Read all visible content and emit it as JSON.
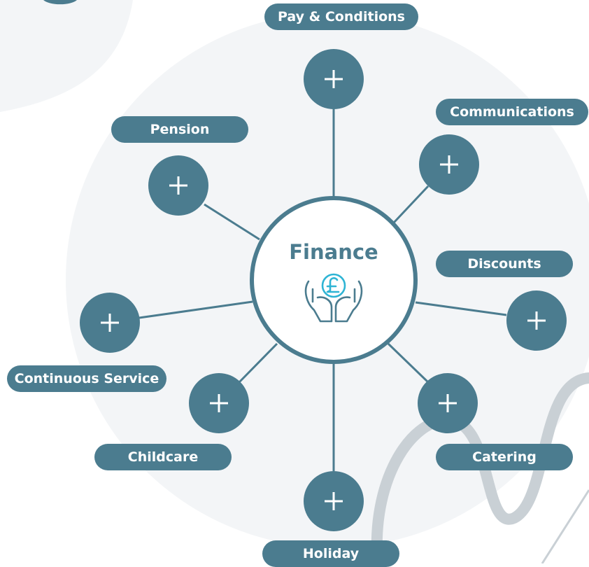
{
  "hub": {
    "title": "Finance",
    "icon": "hands-holding-pound-icon"
  },
  "topics": [
    {
      "id": "pay-conditions",
      "label": "Pay & Conditions"
    },
    {
      "id": "communications",
      "label": "Communications"
    },
    {
      "id": "pension",
      "label": "Pension"
    },
    {
      "id": "discounts",
      "label": "Discounts"
    },
    {
      "id": "continuous-service",
      "label": "Continuous Service"
    },
    {
      "id": "catering",
      "label": "Catering"
    },
    {
      "id": "childcare",
      "label": "Childcare"
    },
    {
      "id": "holiday",
      "label": "Holiday"
    }
  ],
  "expand_symbol": "+",
  "colors": {
    "accent": "#4b7c8f",
    "icon_light": "#2eb4d4",
    "background_circle": "#f3f5f7",
    "squiggle": "#c9d0d5"
  }
}
